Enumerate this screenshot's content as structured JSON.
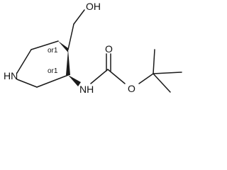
{
  "molecule": {
    "atoms": {
      "hydroxyl": "OH",
      "ring_nitrogen": "HN",
      "carbamate_nitrogen": "NH",
      "carbonyl_oxygen": "O",
      "ester_oxygen": "O"
    },
    "stereo_labels": {
      "c4": "or1",
      "c3": "or1"
    }
  },
  "colors": {
    "bond": "#1a1a1a",
    "label": "#111111",
    "background": "#ffffff"
  }
}
